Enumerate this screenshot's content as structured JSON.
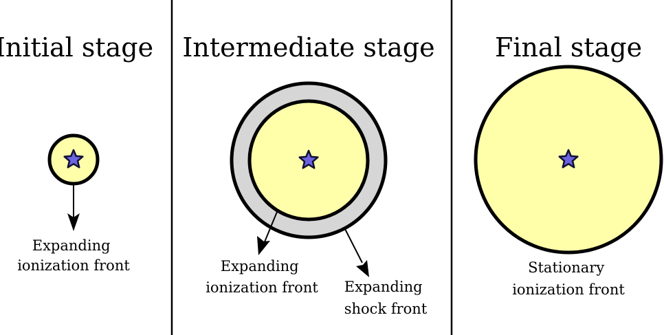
{
  "panels": [
    {
      "title": "Initial stage",
      "labels": [
        {
          "lines": [
            "Expanding",
            "ionization front"
          ]
        }
      ]
    },
    {
      "title": "Intermediate stage",
      "labels": [
        {
          "lines": [
            "Expanding",
            "ionization front"
          ]
        },
        {
          "lines": [
            "Expanding",
            "shock front"
          ]
        }
      ]
    },
    {
      "title": "Final stage",
      "labels": [
        {
          "lines": [
            "Stationary",
            "ionization front"
          ]
        }
      ]
    }
  ],
  "colors": {
    "ionized_region": "#ffffaa",
    "shocked_shell": "#d6d6d6",
    "star": "#6b63e0",
    "outline": "#000000"
  }
}
